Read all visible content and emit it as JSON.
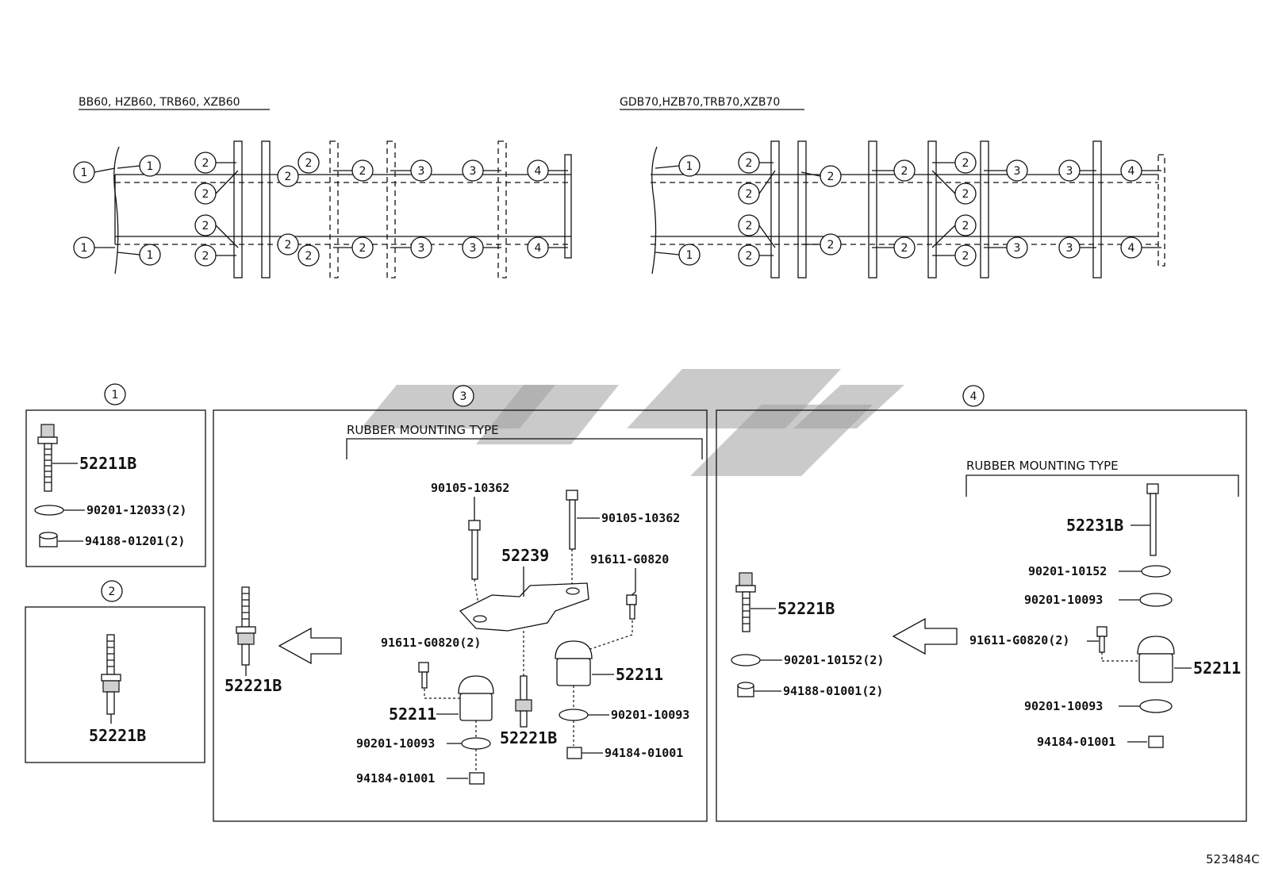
{
  "headings": {
    "left_models": "BB60, HZB60, TRB60, XZB60",
    "right_models": "GDB70,HZB70,TRB70,XZB70"
  },
  "callout_numbers": [
    "1",
    "2",
    "3",
    "4"
  ],
  "section_labels": {
    "s1": "1",
    "s2": "2",
    "s3": "3",
    "s4": "4"
  },
  "rubber_mounting_type": "RUBBER MOUNTING TYPE",
  "box1": {
    "bolt": "52211B",
    "washer": "90201-12033(2)",
    "nut": "94188-01201(2)"
  },
  "box2": {
    "bolt": "52221B"
  },
  "box3": {
    "left_bolt": "52221B",
    "bolt_top_left": "90105-10362",
    "bolt_top_right": "90105-10362",
    "bracket": "52239",
    "screw_right": "91611-G0820",
    "screw_left": "91611-G0820(2)",
    "mount_right": "52211",
    "mount_left": "52211",
    "washer_right": "90201-10093",
    "nut_right": "94184-01001",
    "washer_left": "90201-10093",
    "nut_left": "94184-01001",
    "stud_center": "52221B"
  },
  "box4": {
    "left_bolt": "52221B",
    "left_washer": "90201-10152(2)",
    "left_nut": "94188-01001(2)",
    "bolt": "52231B",
    "washer_a": "90201-10152",
    "washer_b": "90201-10093",
    "screw": "91611-G0820(2)",
    "mount": "52211",
    "washer_c": "90201-10093",
    "nut": "94184-01001"
  },
  "figure_code": "523484C",
  "watermark": "icon"
}
